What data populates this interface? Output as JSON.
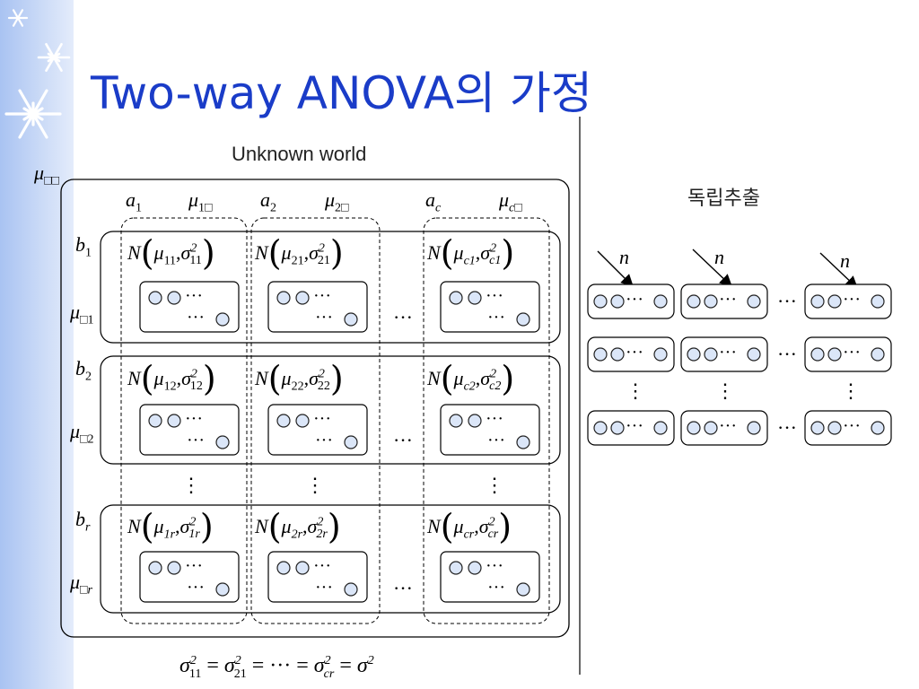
{
  "title": "Two-way ANOVA의 가정",
  "left_panel": {
    "caption": "Unknown world",
    "mu_total": {
      "base": "μ",
      "sub": "□□"
    },
    "column_labels": [
      {
        "a": "a",
        "a_sub": "1",
        "mu": "μ",
        "mu_sub": "1□"
      },
      {
        "a": "a",
        "a_sub": "2",
        "mu": "μ",
        "mu_sub": "2□"
      },
      {
        "a": "a",
        "a_sub": "c",
        "mu": "μ",
        "mu_sub": "c□"
      }
    ],
    "row_labels": [
      {
        "b": "b",
        "b_sub": "1",
        "mu": "μ",
        "mu_sub": "□1"
      },
      {
        "b": "b",
        "b_sub": "2",
        "mu": "μ",
        "mu_sub": "□2"
      },
      {
        "b": "b",
        "b_sub": "r",
        "mu": "μ",
        "mu_sub": "□r"
      }
    ],
    "cells": [
      [
        {
          "N": "N",
          "mu": "μ",
          "mu_sub": "11",
          "sigma": "σ",
          "sigma_sub": "11",
          "sigma_sup": "2"
        },
        {
          "N": "N",
          "mu": "μ",
          "mu_sub": "21",
          "sigma": "σ",
          "sigma_sub": "21",
          "sigma_sup": "2"
        },
        {
          "N": "N",
          "mu": "μ",
          "mu_sub": "c1",
          "sigma": "σ",
          "sigma_sub": "c1",
          "sigma_sup": "2"
        }
      ],
      [
        {
          "N": "N",
          "mu": "μ",
          "mu_sub": "12",
          "sigma": "σ",
          "sigma_sub": "12",
          "sigma_sup": "2"
        },
        {
          "N": "N",
          "mu": "μ",
          "mu_sub": "22",
          "sigma": "σ",
          "sigma_sub": "22",
          "sigma_sup": "2"
        },
        {
          "N": "N",
          "mu": "μ",
          "mu_sub": "c2",
          "sigma": "σ",
          "sigma_sub": "c2",
          "sigma_sup": "2"
        }
      ],
      [
        {
          "N": "N",
          "mu": "μ",
          "mu_sub": "1r",
          "sigma": "σ",
          "sigma_sub": "1r",
          "sigma_sup": "2"
        },
        {
          "N": "N",
          "mu": "μ",
          "mu_sub": "2r",
          "sigma": "σ",
          "sigma_sub": "2r",
          "sigma_sup": "2"
        },
        {
          "N": "N",
          "mu": "μ",
          "mu_sub": "cr",
          "sigma": "σ",
          "sigma_sub": "cr",
          "sigma_sup": "2"
        }
      ]
    ],
    "comma": ",",
    "ellipsis": "···",
    "vdots": "⋮"
  },
  "equality": {
    "s1": "σ",
    "s1_sub": "11",
    "s1_sup": "2",
    "eq": "=",
    "s2": "σ",
    "s2_sub": "21",
    "s2_sup": "2",
    "dots": "···",
    "s3": "σ",
    "s3_sub": "cr",
    "s3_sup": "2",
    "s4": "σ",
    "s4_sup": "2"
  },
  "right_panel": {
    "caption": "독립추출",
    "sample_size_label": "n",
    "ellipsis": "···",
    "vdots": "⋮"
  },
  "colors": {
    "title": "#1a3cc8",
    "sidebar": "#b8cdf4",
    "circle_fill": "#dbe6f8",
    "line": "#000000"
  }
}
